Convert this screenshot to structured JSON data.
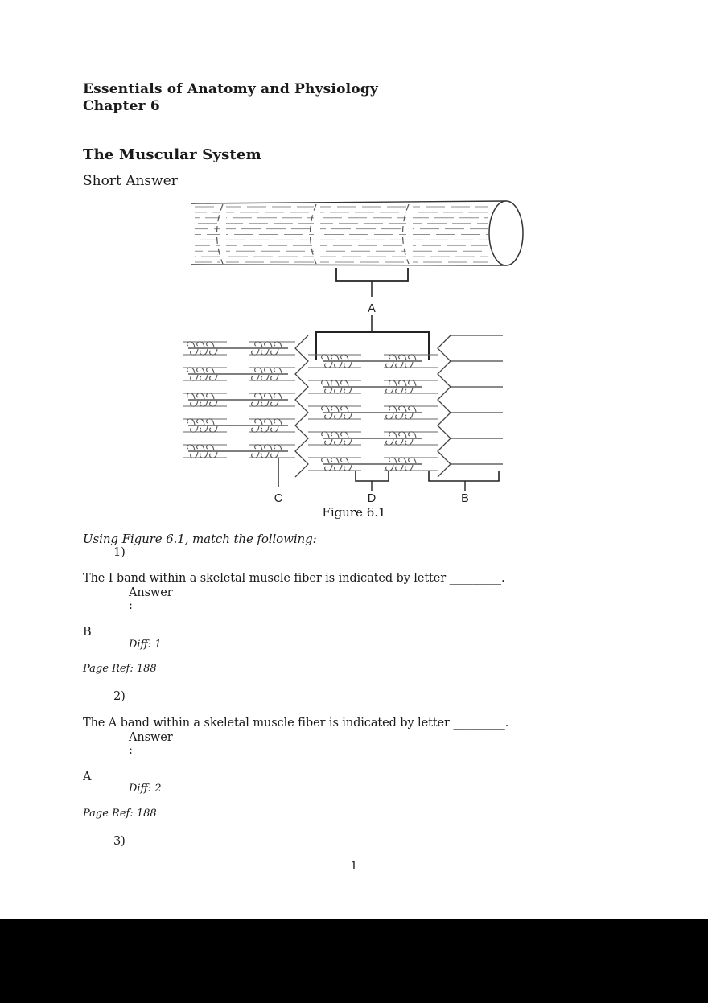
{
  "document": {
    "title_line1": "Essentials of Anatomy and Physiology",
    "title_line2": "Chapter 6",
    "section_title": "The Muscular System",
    "question_type": "Short Answer",
    "instructions": "Using Figure 6.1, match the following:",
    "page_number": "1"
  },
  "figure": {
    "caption": "Figure 6.1",
    "label_a": "A",
    "label_b": "B",
    "label_c": "C",
    "label_d": "D"
  },
  "questions": [
    {
      "number": "1)",
      "text": "The I band within a skeletal muscle fiber is indicated by letter _________.",
      "answer_label": "Answer",
      "answer_colon": ":",
      "answer": "B",
      "diff": "Diff: 1",
      "page_ref": "Page Ref: 188"
    },
    {
      "number": "2)",
      "text": "The A band within a skeletal muscle fiber is indicated by letter _________.",
      "answer_label": "Answer",
      "answer_colon": ":",
      "answer": "A",
      "diff": "Diff: 2",
      "page_ref": "Page Ref: 188"
    },
    {
      "number": "3)"
    }
  ],
  "colors": {
    "ink": "#1a1a1a",
    "figure_line": "#555555",
    "striation": "#8f8f8f",
    "bottom_bar": "#000000"
  }
}
